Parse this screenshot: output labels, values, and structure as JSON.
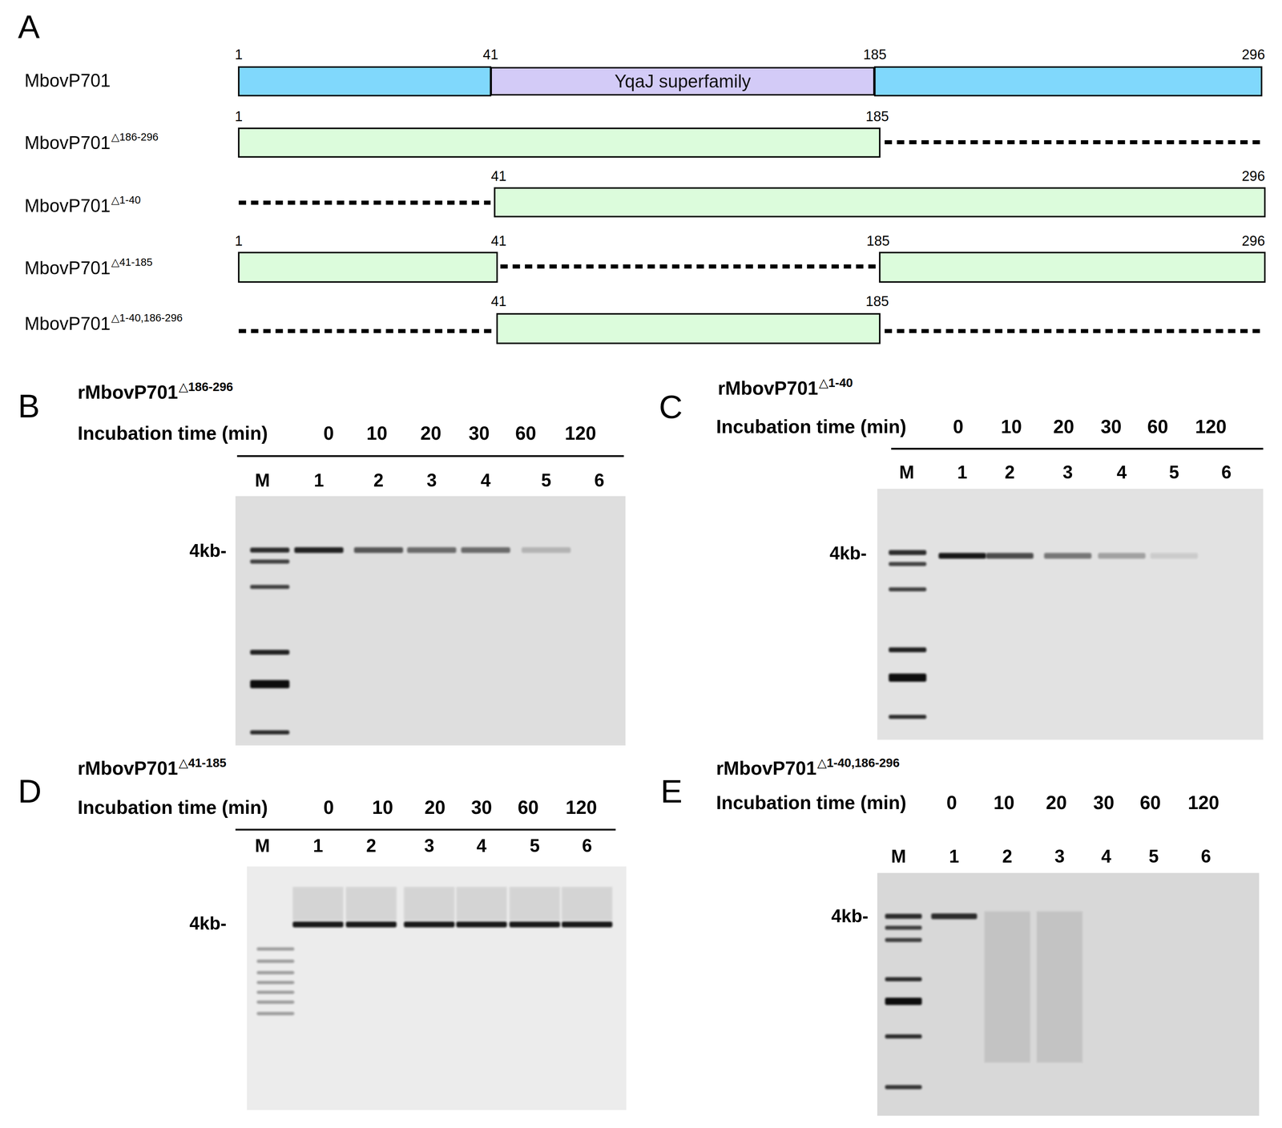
{
  "diagram": {
    "nodes": [
      {
        "text": [
          "YqaJ superfamily"
        ]
      }
    ],
    "labels": [
      "A",
      "1",
      "41",
      "185",
      "296",
      "MbovP701",
      "MbovP701",
      "△186-296",
      "1",
      "185",
      "MbovP701",
      "△1-40",
      "41",
      "296",
      "MbovP701",
      "△41-185",
      "1",
      "41",
      "185",
      "296",
      "MbovP701",
      "△1-40,186-296",
      "41",
      "185",
      "B",
      "rMbovP701",
      "△186-296",
      "Incubation time (min)",
      "0",
      "10",
      "20",
      "30",
      "60",
      "120",
      "M",
      "1",
      "2",
      "3",
      "4",
      "5",
      "6",
      "4kb-",
      "C",
      "rMbovP701",
      "△1-40",
      "Incubation time (min)",
      "0",
      "10",
      "20",
      "30",
      "60",
      "120",
      "M",
      "1",
      "2",
      "3",
      "4",
      "5",
      "6",
      "4kb-",
      "D",
      "rMbovP701",
      "△41-185",
      "Incubation time (min)",
      "0",
      "10",
      "20",
      "30",
      "60",
      "120",
      "M",
      "1",
      "2",
      "3",
      "4",
      "5",
      "6",
      "4kb-",
      "E",
      "rMbovP701",
      "△1-40,186-296",
      "Incubation time (min)",
      "0",
      "10",
      "20",
      "30",
      "60",
      "120",
      "M",
      "1",
      "2",
      "3",
      "4",
      "5",
      "6",
      "4kb-"
    ]
  }
}
